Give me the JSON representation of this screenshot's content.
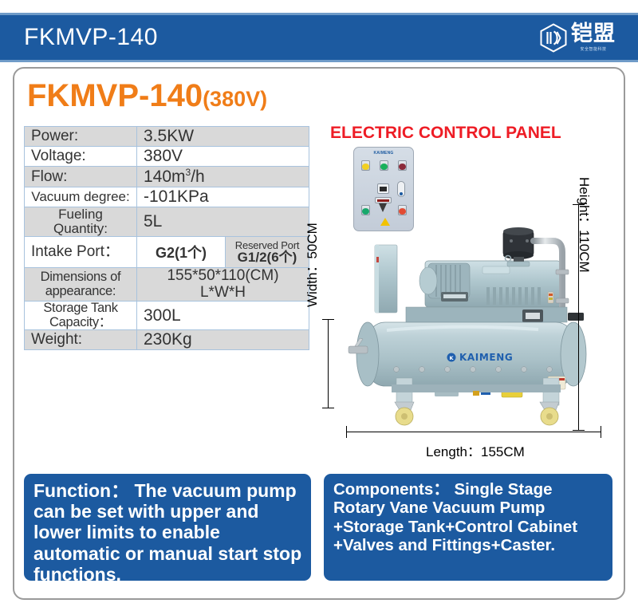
{
  "header": {
    "title": "FKMVP-140",
    "brand_cn": "铠盟",
    "brand_sub": "安全智能科技",
    "logo_icon": "hexagon-logo-icon"
  },
  "product": {
    "model": "FKMVP-140",
    "voltage_suffix": "(380V)"
  },
  "spec_table": {
    "rows": [
      {
        "label": "Power:",
        "value": "3.5KW"
      },
      {
        "label": "Voltage:",
        "value": "380V"
      },
      {
        "label": "Flow:",
        "value": "140m³/h",
        "value_base": "140m",
        "value_sup": "3",
        "value_tail": "/h"
      },
      {
        "label": "Vacuum degree:",
        "value": "-101KPa"
      },
      {
        "label": "Fueling Quantity:",
        "value": "5L"
      },
      {
        "label": "Intake Port：",
        "value": "G2(1个)",
        "reserved_caption": "Reserved Port",
        "reserved_code": "G1/2(6个)"
      },
      {
        "label": "Dimensions of appearance:",
        "value": "155*50*110(CM)",
        "value_line2": "L*W*H"
      },
      {
        "label": "Storage Tank Capacity：",
        "value": "300L"
      },
      {
        "label": "Weight:",
        "value": "230Kg"
      }
    ]
  },
  "notes": {
    "function": "Function：  The vacuum pump can be set with upper and lower limits to enable automatic or manual start stop functions.",
    "components": "Components：  Single Stage Rotary Vane Vacuum Pump +Storage Tank+Control Cabinet +Valves and Fittings+Caster."
  },
  "illustration": {
    "panel_caption": "ELECTRIC CONTROL PANEL",
    "control_panel_brand": "KAIMENG",
    "tank_brand": "KAIMENG",
    "dimensions": {
      "width": "Width：50CM",
      "height": "Height：110CM",
      "length": "Length：155CM"
    },
    "icons": {
      "lamp_yellow": "indicator-lamp-yellow-icon",
      "lamp_green": "indicator-lamp-green-icon",
      "lamp_red": "indicator-lamp-red-icon",
      "button_green": "push-button-green-icon",
      "button_red": "push-button-red-icon",
      "warning": "warning-triangle-icon"
    }
  },
  "colors": {
    "header_blue": "#1c5aa0",
    "title_orange": "#f07d18",
    "caption_red": "#ee1c25",
    "row_gray": "#d9d9d9",
    "border_blue": "#a8c3de",
    "tank_body": "#b9ccd2"
  }
}
